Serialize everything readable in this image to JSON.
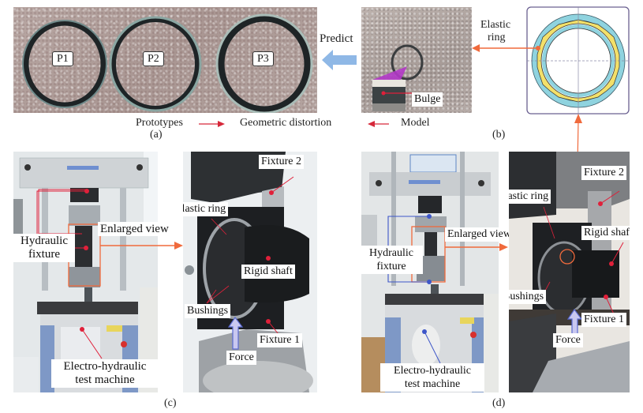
{
  "figure": {
    "panel_a": {
      "caption": "(a)",
      "prototype_labels": [
        "P1",
        "P2",
        "P3"
      ]
    },
    "predict_label": "Predict",
    "panel_b": {
      "caption": "(b)",
      "bulge_label": "Bulge",
      "elastic_ring_label_line1": "Elastic",
      "elastic_ring_label_line2": "ring"
    },
    "flow": {
      "prototypes": "Prototypes",
      "geometric_distortion": "Geometric distortion",
      "model": "Model"
    },
    "panel_c": {
      "caption": "(c)",
      "hydraulic_fixture_line1": "Hydraulic",
      "hydraulic_fixture_line2": "fixture",
      "enlarged_view": "Enlarged view",
      "machine_line1": "Electro-hydraulic",
      "machine_line2": "test machine",
      "fixture2": "Fixture 2",
      "elastic_ring": "Elastic ring",
      "rigid_shaft": "Rigid shaft",
      "bushings": "Bushings",
      "fixture1": "Fixture 1",
      "force": "Force"
    },
    "panel_d": {
      "caption": "(d)",
      "hydraulic_fixture_line1": "Hydraulic",
      "hydraulic_fixture_line2": "fixture",
      "enlarged_view": "Enlarged view",
      "machine_line1": "Electro-hydraulic",
      "machine_line2": "test machine",
      "fixture2": "Fixture 2",
      "elastic_ring": "Elastic ring",
      "rigid_shaft": "Rigid shaft",
      "bushings": "Bushings",
      "fixture1": "Fixture 1",
      "force": "Force"
    },
    "colors": {
      "annotation_red": "#e0203a",
      "callout_orange": "#f06a3c",
      "predict_arrow_blue": "#8fb8e6",
      "force_arrow_fill": "#c9c8f0",
      "force_arrow_stroke": "#5a6ad0",
      "ring_cyan": "#8fd3df",
      "ring_yellow": "#f3e06a",
      "schematic_border": "#6a6090",
      "bulge_magenta": "#b238c8",
      "blue_callout_d": "#3d56c8"
    }
  }
}
